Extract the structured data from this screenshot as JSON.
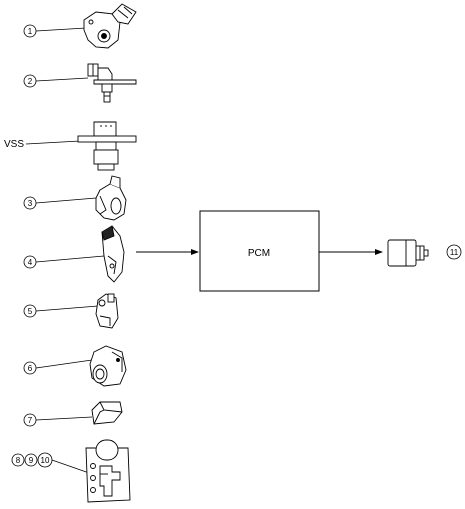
{
  "inputs": [
    {
      "callout": "1",
      "component": "sensor-1"
    },
    {
      "callout": "2",
      "component": "sensor-2"
    },
    {
      "label": "VSS",
      "component": "vehicle-speed-sensor"
    },
    {
      "callout": "3",
      "component": "sensor-3"
    },
    {
      "callout": "4",
      "component": "sensor-4"
    },
    {
      "callout": "5",
      "component": "sensor-5"
    },
    {
      "callout": "6",
      "component": "sensor-6"
    },
    {
      "callout": "7",
      "component": "switch-7"
    },
    {
      "callouts": [
        "8",
        "9",
        "10"
      ],
      "component": "selector-panel"
    }
  ],
  "controller": {
    "label": "PCM"
  },
  "output": {
    "callout": "11",
    "component": "actuator-11"
  }
}
